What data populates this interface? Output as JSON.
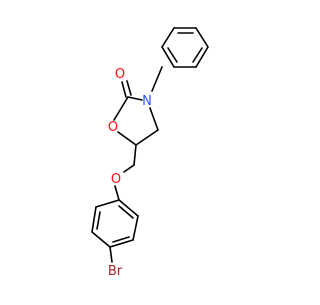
{
  "molecule": {
    "atom_labels": {
      "oxygen_carbonyl": "O",
      "nitrogen": "N",
      "oxygen_ring": "O",
      "oxygen_ether": "O",
      "bromine": "Br"
    },
    "colors": {
      "bond": "#000000",
      "oxygen": "#ff0d0d",
      "nitrogen": "#3050f8",
      "bromine": "#a62929",
      "background": "#ffffff"
    }
  }
}
